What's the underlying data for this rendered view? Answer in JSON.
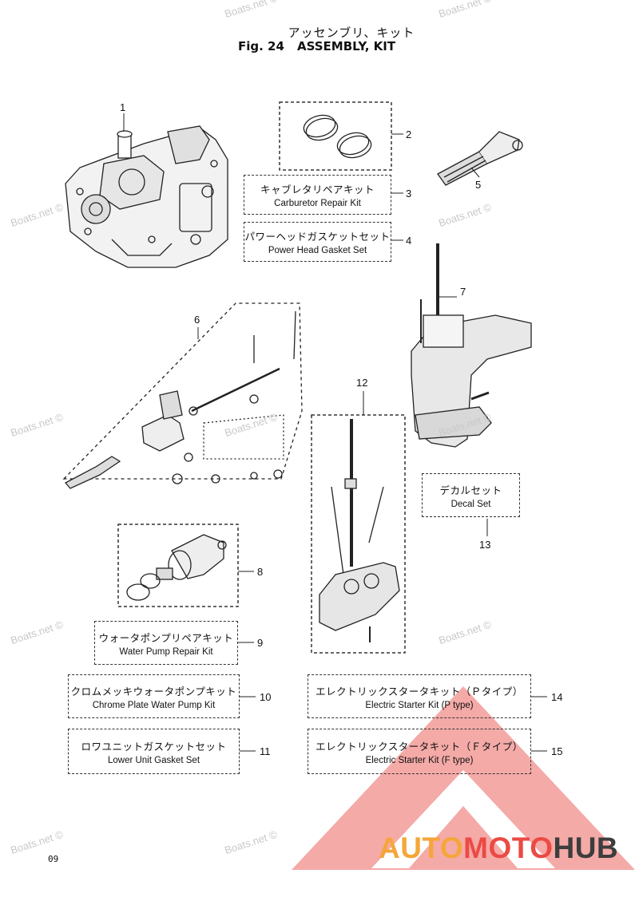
{
  "header": {
    "title_jp": "アッセンブリ、キット",
    "fig_number": "Fig. 24",
    "fig_title": "ASSEMBLY, KIT"
  },
  "callouts": [
    "1",
    "2",
    "3",
    "4",
    "5",
    "6",
    "7",
    "8",
    "9",
    "10",
    "11",
    "12",
    "13",
    "14",
    "15"
  ],
  "kits": {
    "carburetor": {
      "jp": "キャブレタリペアキット",
      "en": "Carburetor Repair Kit"
    },
    "power_head_gasket": {
      "jp": "パワーヘッドガスケットセット",
      "en": "Power Head Gasket Set"
    },
    "decal": {
      "jp": "デカルセット",
      "en": "Decal Set"
    },
    "water_pump_repair": {
      "jp": "ウォータポンプリペアキット",
      "en": "Water Pump Repair Kit"
    },
    "chrome_plate": {
      "jp": "クロムメッキウォータポンプキット",
      "en": "Chrome Plate Water Pump Kit"
    },
    "lower_unit_gasket": {
      "jp": "ロワユニットガスケットセット",
      "en": "Lower Unit Gasket Set"
    },
    "electric_starter_p": {
      "jp": "エレクトリックスタータキット（Ｐタイプ）",
      "en": "Electric Starter Kit (P type)"
    },
    "electric_starter_f": {
      "jp": "エレクトリックスタータキット（Ｆタイプ）",
      "en": "Electric Starter Kit (F type)"
    }
  },
  "watermark": "Boats.net ©",
  "page_code": "09",
  "logo": {
    "part1": "AUTO",
    "part2": "MOTO",
    "part3": "HUB"
  },
  "colors": {
    "logo_orange": "#f5a63a",
    "logo_red": "#ec4a44",
    "logo_dark": "#3d3d3d",
    "watermark": "#c8c8c8"
  }
}
